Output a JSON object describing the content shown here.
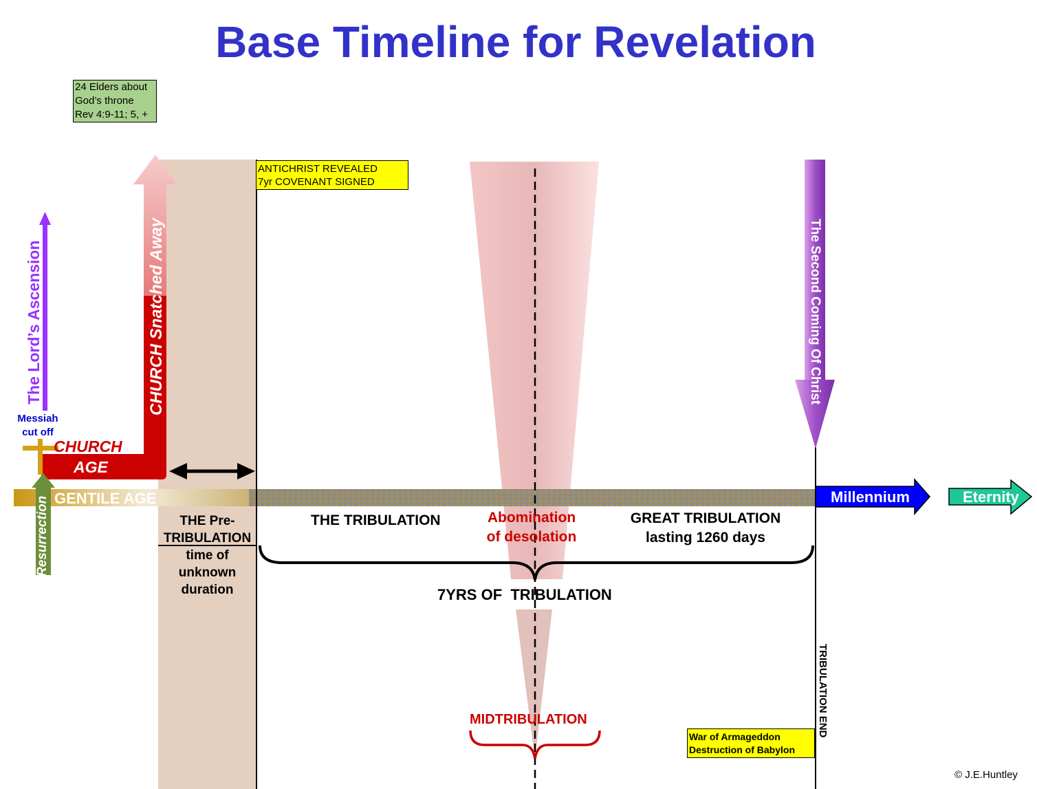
{
  "title": "Base Timeline for Revelation",
  "elders_box": {
    "line1": "24 Elders about",
    "line2": "God’s throne",
    "line3": "Rev 4:9-11; 5, +"
  },
  "antichrist_box": {
    "line1": "ANTICHRIST  REVEALED",
    "line2": "7yr COVENANT  SIGNED"
  },
  "armageddon_box": {
    "line1": "War of Armageddon",
    "line2": "Destruction of Babylon"
  },
  "ascension": "The Lord’s Ascension",
  "church_snatched": "CHURCH Snatched Away",
  "second_coming": "The Second Coming Of Christ",
  "messiah": {
    "line1": "Messiah",
    "line2": "cut off"
  },
  "church_age": {
    "line1": "CHURCH",
    "line2": "AGE"
  },
  "resurrection": "Resurrection",
  "gentile_age": "GENTILE AGE",
  "millennium": "Millennium",
  "eternity": "Eternity",
  "pre_trib": {
    "line1": "THE Pre-",
    "line2": "TRIBULATION",
    "line3": "time of",
    "line4": "unknown",
    "line5": "duration"
  },
  "tribulation": "THE TRIBULATION",
  "abomination": {
    "line1": "Abomination",
    "line2": "of desolation"
  },
  "great_trib": {
    "line1": "GREAT TRIBULATION",
    "line2": "lasting 1260 days"
  },
  "seven_years": "7YRS OF  TRIBULATION",
  "midtrib": "MIDTRIBULATION",
  "trib_end": "TRIBULATION END",
  "copyright": "©  J.E.Huntley",
  "colors": {
    "title": "#3232c8",
    "church_red": "#cc0000",
    "ascension_purple": "#9b30ff",
    "millennium_blue": "#0000ff",
    "eternity_green": "#1ec896",
    "gold": "#d4a017",
    "tan_band": "#e5d0c0"
  }
}
